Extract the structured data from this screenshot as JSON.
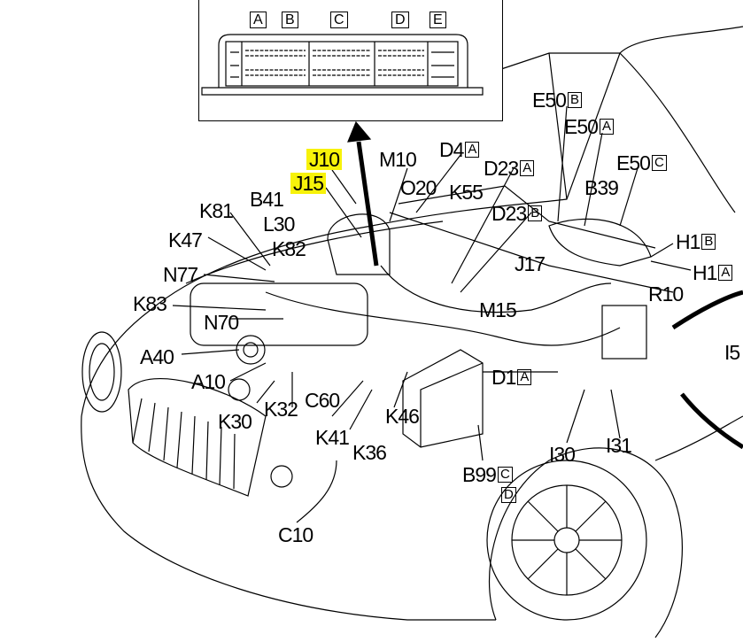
{
  "ecu_connectors": [
    "A",
    "B",
    "C",
    "D",
    "E"
  ],
  "labels": {
    "J10": "J10",
    "J15": "J15",
    "M10": "M10",
    "D4": {
      "code": "D4",
      "suffix": "A"
    },
    "D23A": {
      "code": "D23",
      "suffix": "A"
    },
    "D23B": {
      "code": "D23",
      "suffix": "B"
    },
    "O20": "O20",
    "K55": "K55",
    "E50B": {
      "code": "E50",
      "suffix": "B"
    },
    "E50A": {
      "code": "E50",
      "suffix": "A"
    },
    "E50C": {
      "code": "E50",
      "suffix": "C"
    },
    "B39": "B39",
    "H1B": {
      "code": "H1",
      "suffix": "B"
    },
    "H1A": {
      "code": "H1",
      "suffix": "A"
    },
    "J17": "J17",
    "R10": "R10",
    "M15": "M15",
    "I5": "I5",
    "D1": {
      "code": "D1",
      "suffix": "A"
    },
    "I30": "I30",
    "I31": "I31",
    "B99": {
      "code": "B99",
      "suffix": "C",
      "suffix2": "D"
    },
    "K46": "K46",
    "K36": "K36",
    "K41": "K41",
    "C60": "C60",
    "K32": "K32",
    "K30": "K30",
    "A10": "A10",
    "A40": "A40",
    "N70": "N70",
    "K83": "K83",
    "N77": "N77",
    "K47": "K47",
    "K81": "K81",
    "B41": "B41",
    "L30": "L30",
    "K82": "K82",
    "C10": "C10"
  },
  "highlight_color": "#f7f20a"
}
